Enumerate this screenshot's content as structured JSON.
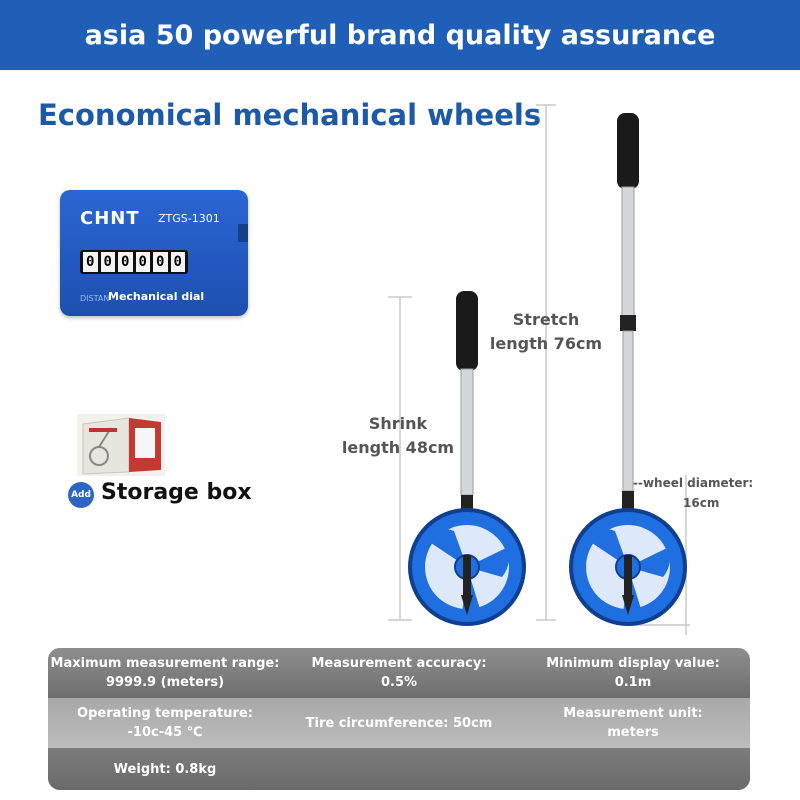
{
  "banner": {
    "title": "asia 50 powerful brand quality assurance"
  },
  "subtitle": "Economical mechanical wheels",
  "dial": {
    "brand": "CHNT",
    "model": "ZTGS-1301",
    "digits": [
      "0",
      "0",
      "0",
      "0",
      "0",
      "0"
    ],
    "label": "Mechanical dial",
    "small_text": "DISTAN"
  },
  "storage": {
    "badge": "Add",
    "label": "Storage box"
  },
  "callouts": {
    "stretch_1": "Stretch",
    "stretch_2": "length 76cm",
    "shrink_1": "Shrink",
    "shrink_2": "length 48cm",
    "wheel_1": "wheel diameter:",
    "wheel_2": "16cm"
  },
  "specs": {
    "max_range_label": "Maximum measurement range:",
    "max_range_value": "9999.9 (meters)",
    "accuracy_label": "Measurement accuracy:",
    "accuracy_value": "0.5%",
    "min_display_label": "Minimum display value:",
    "min_display_value": "0.1m",
    "temp_label": "Operating temperature:",
    "temp_value": "-10c-45 ℃",
    "tire_label": "Tire circumference: 50cm",
    "unit_label": "Measurement unit:",
    "unit_value": "meters",
    "weight_label": "Weight: 0.8kg"
  },
  "colors": {
    "banner": "#1f5fb8",
    "subtitle": "#1c5aa8",
    "wheel": "#1f6fe0",
    "spec_panel": "#8a8a8a"
  }
}
